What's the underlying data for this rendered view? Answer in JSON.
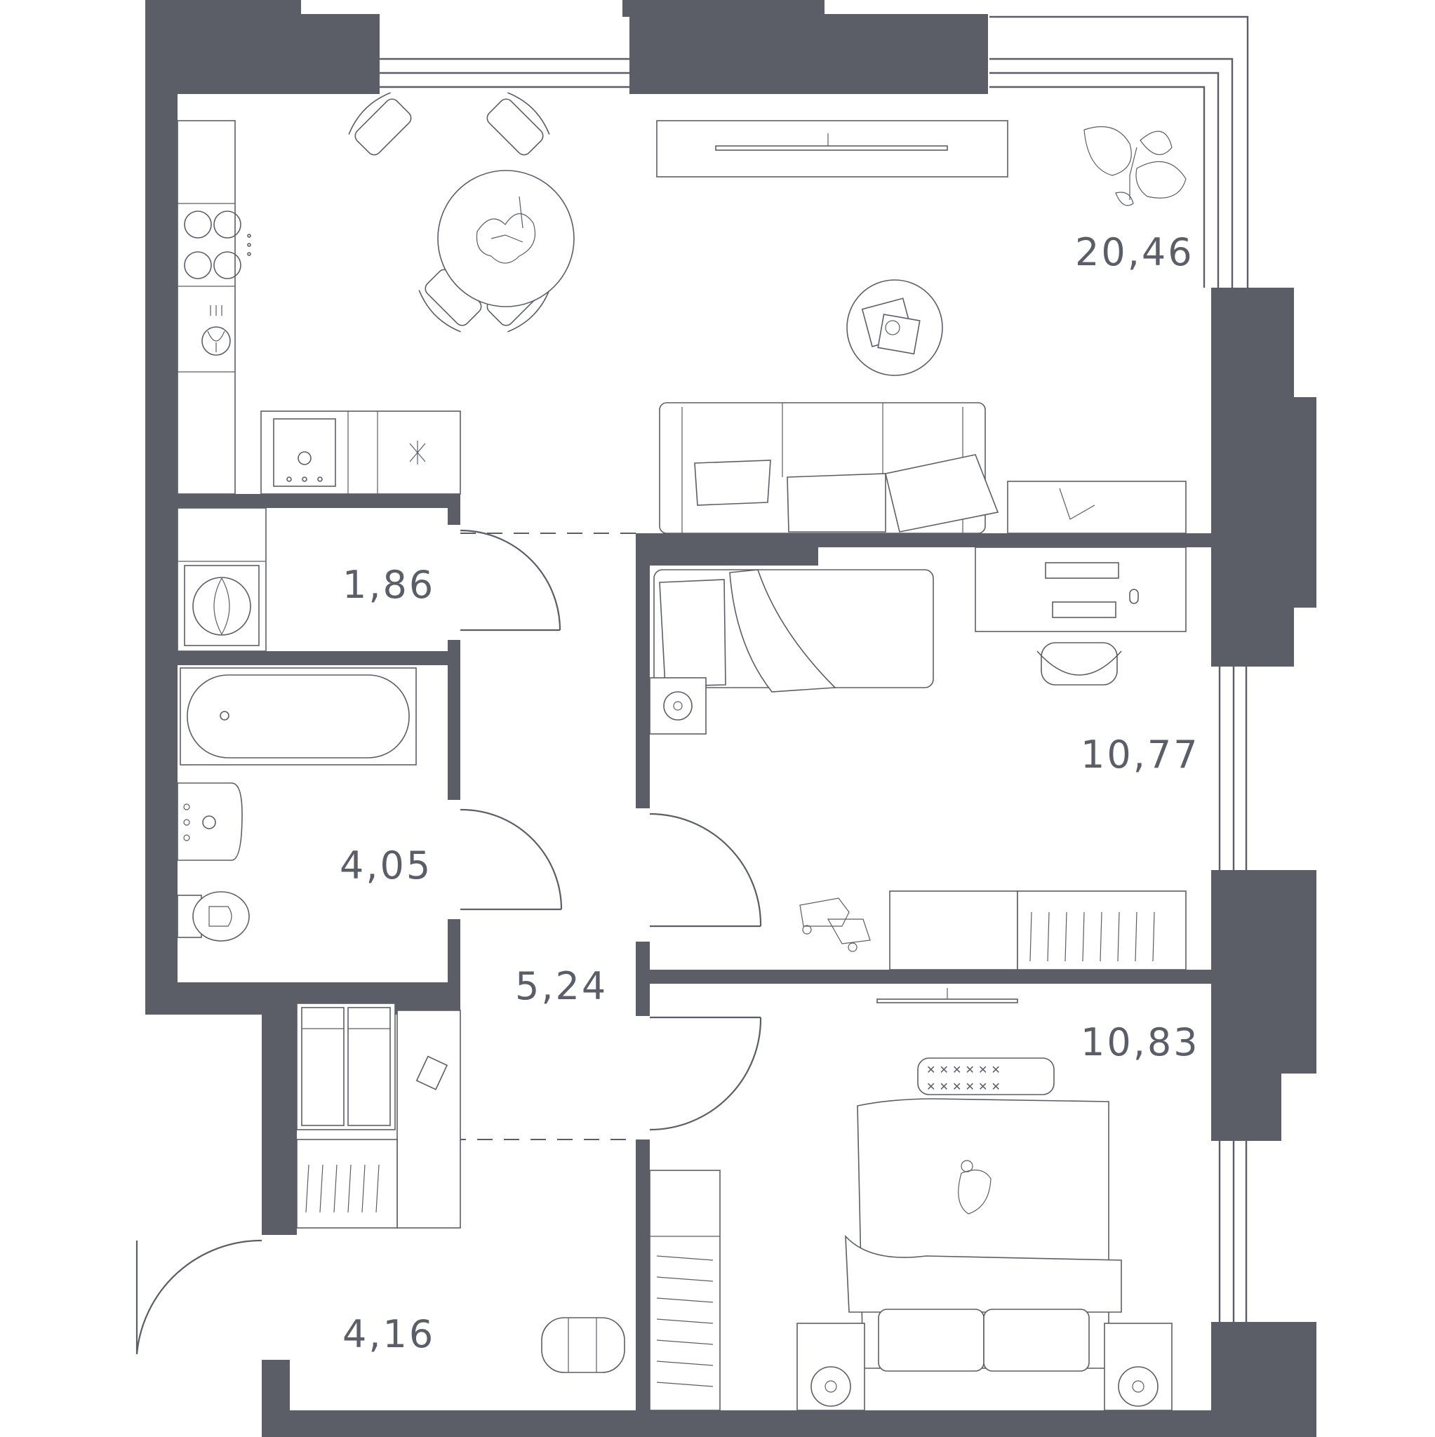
{
  "plan": {
    "colors": {
      "wall": "#5b5e66",
      "background": "#ffffff"
    },
    "rooms": {
      "kitchen_living": {
        "area": "20,46"
      },
      "utility": {
        "area": "1,86"
      },
      "bathroom": {
        "area": "4,05"
      },
      "corridor": {
        "area": "5,24"
      },
      "hall": {
        "area": "4,16"
      },
      "bedroom_1": {
        "area": "10,77"
      },
      "bedroom_2": {
        "area": "10,83"
      }
    },
    "icons": {
      "stove": "stove-icon",
      "sink": "sink-icon",
      "dining_table": "dining-table-icon",
      "sofa": "sofa-icon",
      "tv": "tv-icon",
      "plant": "plant-icon",
      "bathtub": "bathtub-icon",
      "toilet": "toilet-icon",
      "washing_machine": "washing-machine-icon",
      "bed": "bed-icon",
      "desk": "desk-icon",
      "wardrobe": "wardrobe-icon"
    }
  }
}
